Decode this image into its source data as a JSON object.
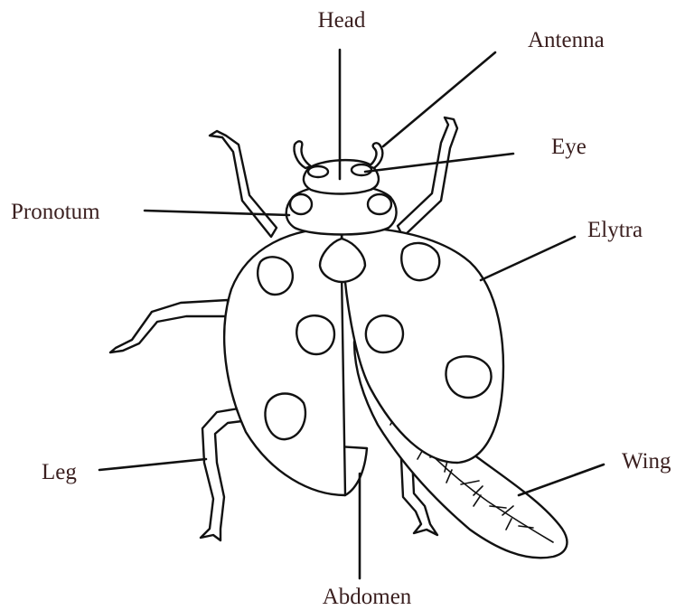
{
  "diagram": {
    "labels": {
      "head": "Head",
      "antenna": "Antenna",
      "eye": "Eye",
      "pronotum": "Pronotum",
      "elytra": "Elytra",
      "leg": "Leg",
      "wing": "Wing",
      "abdomen": "Abdomen"
    },
    "colors": {
      "label_text": "#3a1f1f",
      "outline": "#111111",
      "background": "#ffffff"
    }
  }
}
